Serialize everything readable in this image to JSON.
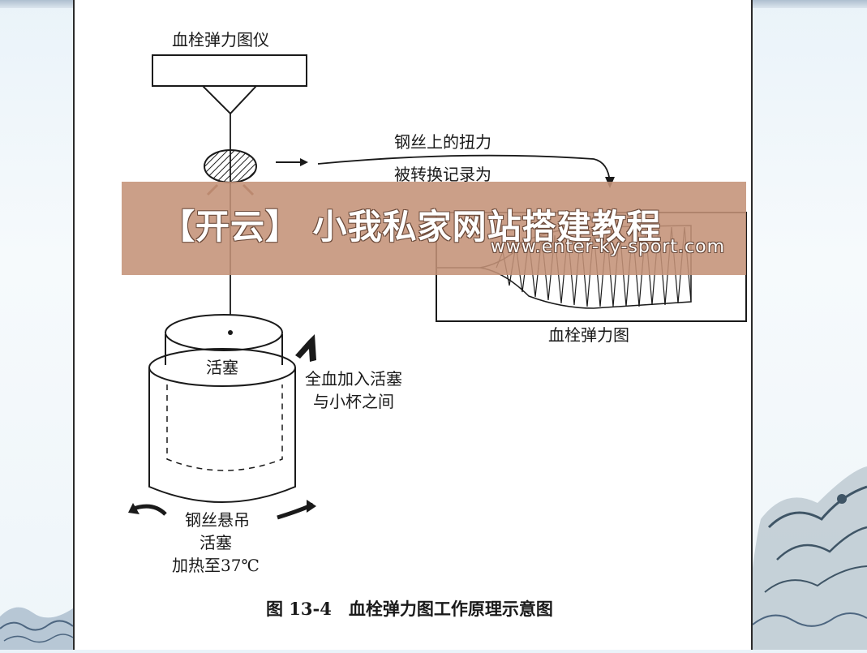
{
  "diagram": {
    "instrument_label": "血栓弹力图仪",
    "torque_line1": "钢丝上的扭力",
    "torque_line2": "被转换记录为",
    "chart_label": "血栓弹力图",
    "piston_label": "活塞",
    "blood_line1": "全血加入活塞",
    "blood_line2": "与小杯之间",
    "suspend_line1": "钢丝悬吊",
    "suspend_line2": "活塞",
    "suspend_line3": "加热至37℃",
    "caption": "图 13-4　血栓弹力图工作原理示意图"
  },
  "watermark": {
    "title": "【开云】 小我私家网站搭建教程",
    "url": "www.enter-ky-sport.com"
  },
  "colors": {
    "banner": "#c49278",
    "ink": "#1a1a1a",
    "page": "#ffffff"
  }
}
